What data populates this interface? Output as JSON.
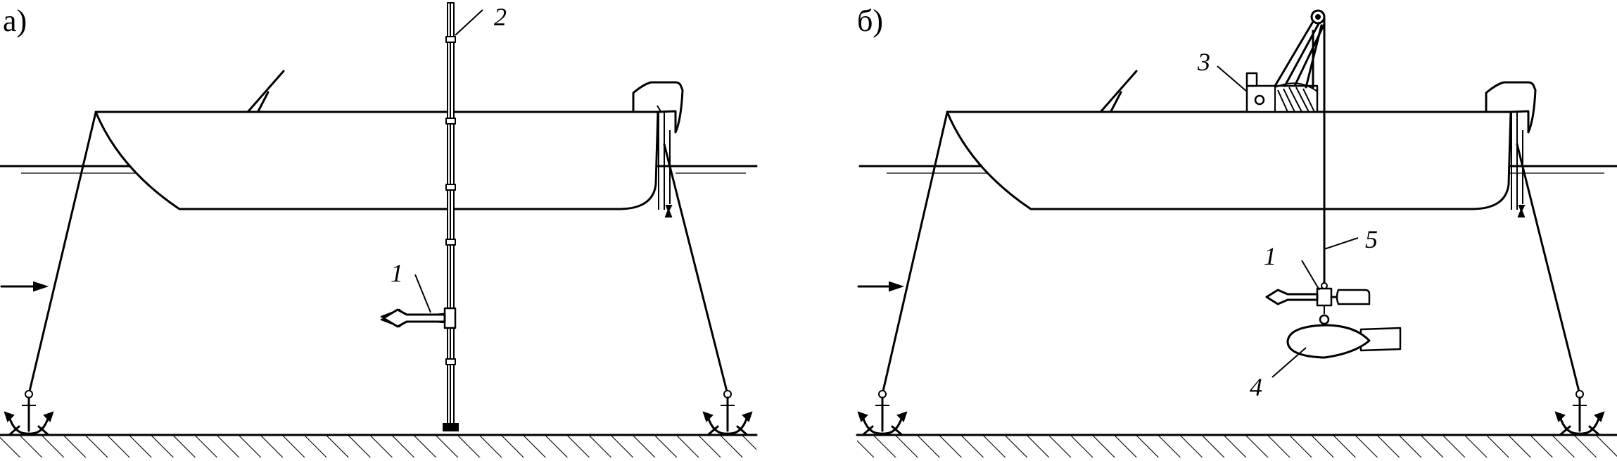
{
  "panels": [
    {
      "id": "a",
      "label": "а)"
    },
    {
      "id": "b",
      "label": "б)"
    }
  ],
  "labels": {
    "a": {
      "p1": "1",
      "p2": "2"
    },
    "b": {
      "p1": "1",
      "p3": "3",
      "p4": "4",
      "p5": "5"
    }
  },
  "icons": {
    "anchor": "anchor-icon",
    "flow_arrow": "flow-arrow-icon",
    "probe": "arrow-probe-icon"
  }
}
